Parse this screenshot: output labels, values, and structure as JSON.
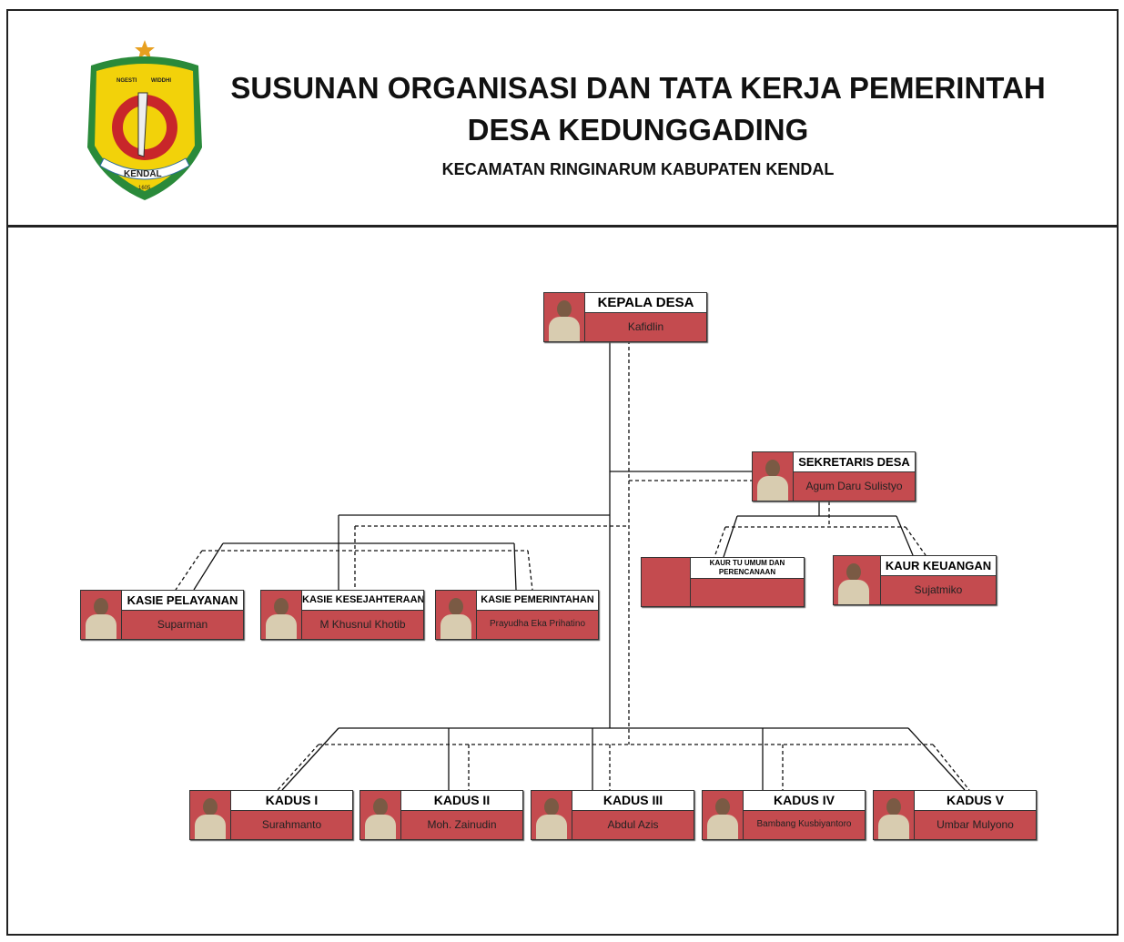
{
  "header": {
    "title_line1": "SUSUNAN ORGANISASI DAN TATA KERJA PEMERINTAH",
    "title_line2": "DESA KEDUNGGADING",
    "subtitle": "KECAMATAN RINGINARUM KABUPATEN KENDAL"
  },
  "logo": {
    "text1": "NGESTI",
    "text2": "WIDDHI",
    "text3": "KENDAL",
    "text4": "1605"
  },
  "nodes": {
    "kepala": {
      "title": "KEPALA DESA",
      "name": "Kafidlin"
    },
    "sekretaris": {
      "title": "SEKRETARIS DESA",
      "name": "Agum Daru Sulistyo"
    },
    "kaur_tu": {
      "title": "KAUR TU UMUM DAN PERENCANAAN",
      "name": ""
    },
    "kaur_keu": {
      "title": "KAUR KEUANGAN",
      "name": "Sujatmiko"
    },
    "kasie_pel": {
      "title": "KASIE PELAYANAN",
      "name": "Suparman"
    },
    "kasie_kes": {
      "title": "KASIE KESEJAHTERAAN",
      "name": "M Khusnul Khotib"
    },
    "kasie_pem": {
      "title": "KASIE PEMERINTAHAN",
      "name": "Prayudha Eka Prihatino"
    },
    "kadus1": {
      "title": "KADUS I",
      "name": "Surahmanto"
    },
    "kadus2": {
      "title": "KADUS II",
      "name": "Moh. Zainudin"
    },
    "kadus3": {
      "title": "KADUS III",
      "name": "Abdul Azis"
    },
    "kadus4": {
      "title": "KADUS IV",
      "name": "Bambang Kusbiyantoro"
    },
    "kadus5": {
      "title": "KADUS V",
      "name": "Umbar Mulyono"
    }
  },
  "colors": {
    "box": "#c44b4f"
  }
}
